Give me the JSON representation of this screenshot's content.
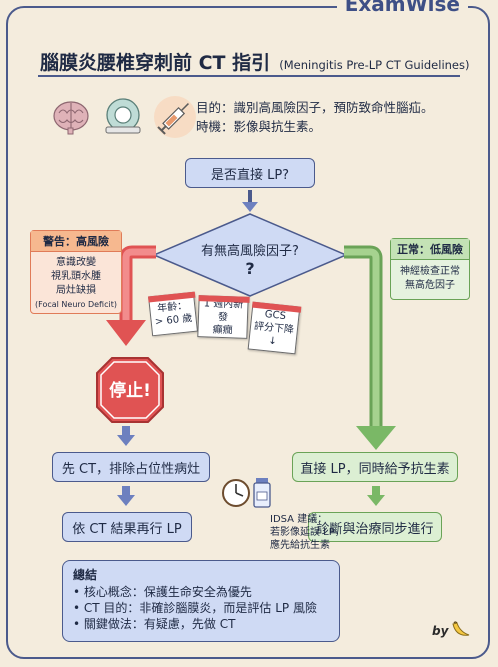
{
  "brand": "ExamWise",
  "title": {
    "main": "腦膜炎腰椎穿刺前 CT 指引",
    "sub": "(Meningitis Pre-LP CT Guidelines)"
  },
  "icons": [
    "brain-icon",
    "ct-scanner-icon",
    "syringe-icon"
  ],
  "purpose": {
    "goal": "目的：識別高風險因子，預防致命性腦疝。",
    "timing": "時機：影像與抗生素。"
  },
  "flow": {
    "start": "是否直接 LP?",
    "decision": "有無高風險因子?",
    "decision_mark": "?",
    "warning": {
      "head": "警告：高風險",
      "lines": [
        "意識改變",
        "視乳頭水腫",
        "局灶缺損"
      ],
      "note": "(Focal Neuro Deficit)"
    },
    "normal": {
      "head": "正常：低風險",
      "lines": [
        "神經檢查正常",
        "無高危因子"
      ]
    },
    "cards": [
      {
        "line1": "年齡：",
        "line2": "> 60 歲"
      },
      {
        "line1": "1 週內新發",
        "line2": "癲癇"
      },
      {
        "line1": "GCS",
        "line2": "評分下降",
        "line3": "↓"
      }
    ],
    "stop": "停止!",
    "ct_first": "先 CT，排除占位性病灶",
    "lp_after": "依 CT 結果再行 LP",
    "direct_lp": "直接 LP，同時給予抗生素",
    "parallel": "診斷與治療同步進行",
    "idsa": [
      "IDSA 建議：",
      "若影像延誤 LP，",
      "應先給抗生素"
    ]
  },
  "summary": {
    "title": "總結",
    "items": [
      "• 核心概念：保護生命安全為優先",
      "• CT 目的：非確診腦膜炎，而是評估 LP 風險",
      "• 關鍵做法：有疑慮，先做 CT"
    ]
  },
  "signature": "by",
  "colors": {
    "blue_box": "#cfdaf4",
    "border_blue": "#4b5a8c",
    "red": "#e05353",
    "green": "#7ab866",
    "paper": "#f4ecdd"
  }
}
